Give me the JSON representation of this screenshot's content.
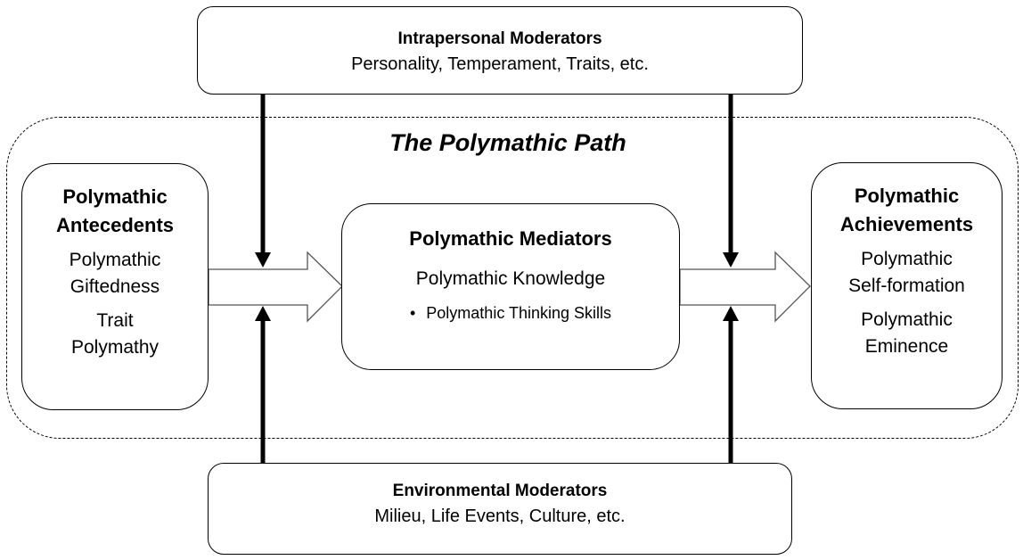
{
  "diagram": {
    "path_title": "The Polymathic Path",
    "intrapersonal": {
      "title": "Intrapersonal Moderators",
      "subtitle": "Personality, Temperament, Traits, etc."
    },
    "environmental": {
      "title": "Environmental Moderators",
      "subtitle": "Milieu, Life Events, Culture, etc."
    },
    "antecedents": {
      "title_line1": "Polymathic",
      "title_line2": "Antecedents",
      "items": [
        {
          "line1": "Polymathic",
          "line2": "Giftedness"
        },
        {
          "line1": "Trait",
          "line2": "Polymathy"
        }
      ]
    },
    "mediators": {
      "title": "Polymathic Mediators",
      "item": "Polymathic Knowledge",
      "bullet_symbol": "•",
      "bullet_item": "Polymathic Thinking Skills"
    },
    "achievements": {
      "title_line1": "Polymathic",
      "title_line2": "Achievements",
      "items": [
        {
          "line1": "Polymathic",
          "line2": "Self-formation"
        },
        {
          "line1": "Polymathic",
          "line2": "Eminence"
        }
      ]
    },
    "connections": [
      {
        "from": "antecedents",
        "to": "mediators",
        "type": "block-arrow"
      },
      {
        "from": "mediators",
        "to": "achievements",
        "type": "block-arrow"
      },
      {
        "from": "intrapersonal",
        "to": "antecedents-mediators-link",
        "type": "moderator-arrow"
      },
      {
        "from": "intrapersonal",
        "to": "mediators-achievements-link",
        "type": "moderator-arrow"
      },
      {
        "from": "environmental",
        "to": "antecedents-mediators-link",
        "type": "moderator-arrow"
      },
      {
        "from": "environmental",
        "to": "mediators-achievements-link",
        "type": "moderator-arrow"
      }
    ]
  }
}
